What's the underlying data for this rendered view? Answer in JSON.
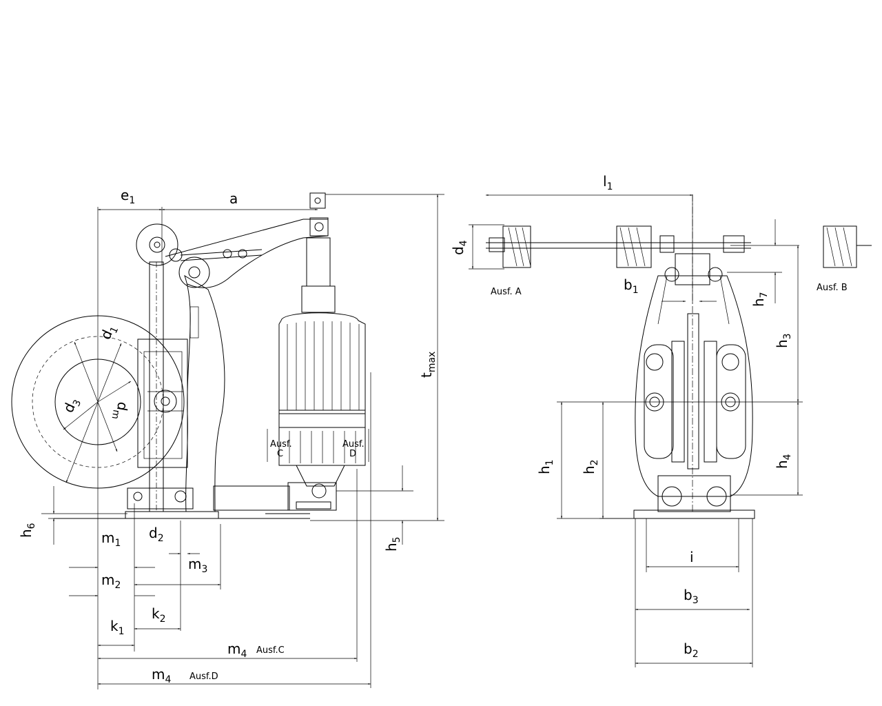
{
  "labels": {
    "e1": [
      "e",
      "1"
    ],
    "a": "a",
    "tmax": [
      "t",
      "max"
    ],
    "d1": [
      "d",
      "1"
    ],
    "d3": [
      "d",
      "3"
    ],
    "dm": [
      "d",
      "m"
    ],
    "h6": [
      "h",
      "6"
    ],
    "h5": [
      "h",
      "5"
    ],
    "m1": [
      "m",
      "1"
    ],
    "d2": [
      "d",
      "2"
    ],
    "m3": [
      "m",
      "3"
    ],
    "m2": [
      "m",
      "2"
    ],
    "k2": [
      "k",
      "2"
    ],
    "k1": [
      "k",
      "1"
    ],
    "m4c": [
      "m",
      "4"
    ],
    "m4d": [
      "m",
      "4"
    ],
    "ausfC_bottom": "Ausf.C",
    "ausfD_bottom": "Ausf.D",
    "ausfC_side": [
      "Ausf.",
      "C"
    ],
    "ausfD_side": [
      "Ausf.",
      "D"
    ],
    "l1": [
      "l",
      "1"
    ],
    "d4": [
      "d",
      "4"
    ],
    "b1": [
      "b",
      "1"
    ],
    "h7": [
      "h",
      "7"
    ],
    "h3": [
      "h",
      "3"
    ],
    "h4": [
      "h",
      "4"
    ],
    "h1": [
      "h",
      "1"
    ],
    "h2": [
      "h",
      "2"
    ],
    "i": "i",
    "b3": [
      "b",
      "3"
    ],
    "b2": [
      "b",
      "2"
    ],
    "ausfA": "Ausf. A",
    "ausfB": "Ausf. B"
  }
}
